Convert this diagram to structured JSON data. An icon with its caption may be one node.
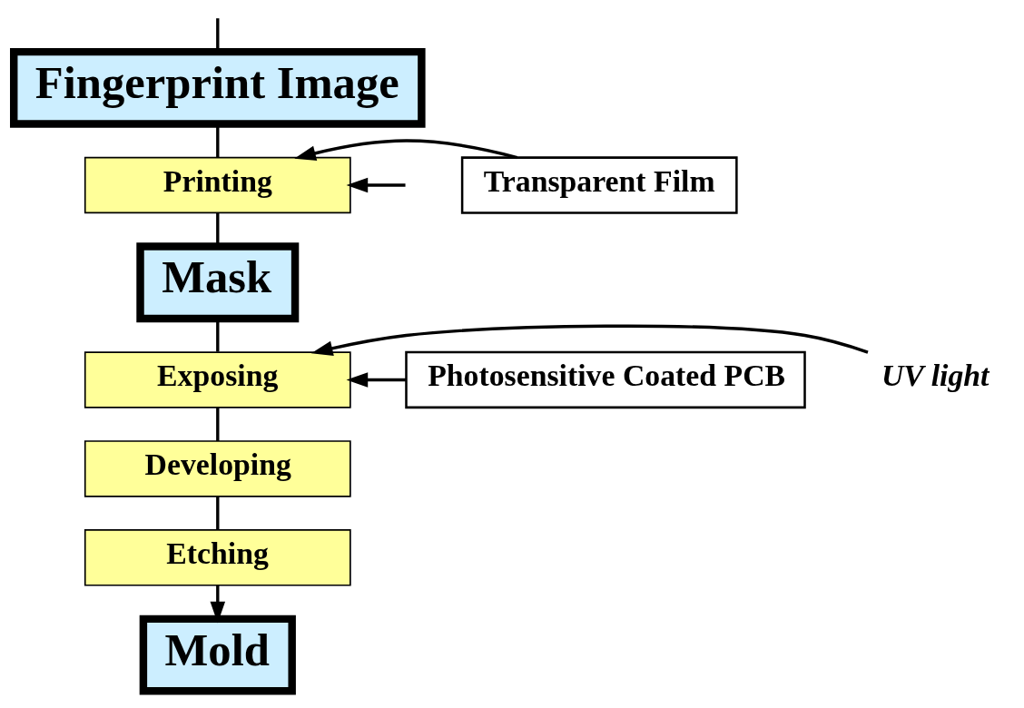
{
  "diagram": {
    "nodes": [
      {
        "text": [
          "Fingerprint Image"
        ]
      },
      {
        "text": [
          "Printing"
        ]
      },
      {
        "text": [
          "Mask"
        ]
      },
      {
        "text": [
          "Exposing"
        ]
      },
      {
        "text": [
          "Developing"
        ]
      },
      {
        "text": [
          "Etching"
        ]
      },
      {
        "text": [
          "Mold"
        ]
      },
      {
        "text": [
          "Transparent Film"
        ]
      },
      {
        "text": [
          "UV light"
        ]
      },
      {
        "text": [
          "Photosensitive Coated PCB"
        ]
      }
    ],
    "edges": [
      {
        "from": null,
        "to": 0,
        "arrow": "none"
      },
      {
        "from": 0,
        "to": 1,
        "arrow": "none"
      },
      {
        "from": 1,
        "to": 2,
        "arrow": "none"
      },
      {
        "from": 2,
        "to": 3,
        "arrow": "none"
      },
      {
        "from": 3,
        "to": 4,
        "arrow": "none"
      },
      {
        "from": 4,
        "to": 5,
        "arrow": "none"
      },
      {
        "from": 5,
        "to": 6,
        "arrow": "to"
      },
      {
        "from": 7,
        "to": 1,
        "arrow": "to"
      },
      {
        "from": null,
        "to": 1,
        "arrow": "to"
      },
      {
        "from": 8,
        "to": 3,
        "arrow": "to"
      },
      {
        "from": 9,
        "to": 3,
        "arrow": "to"
      }
    ]
  }
}
